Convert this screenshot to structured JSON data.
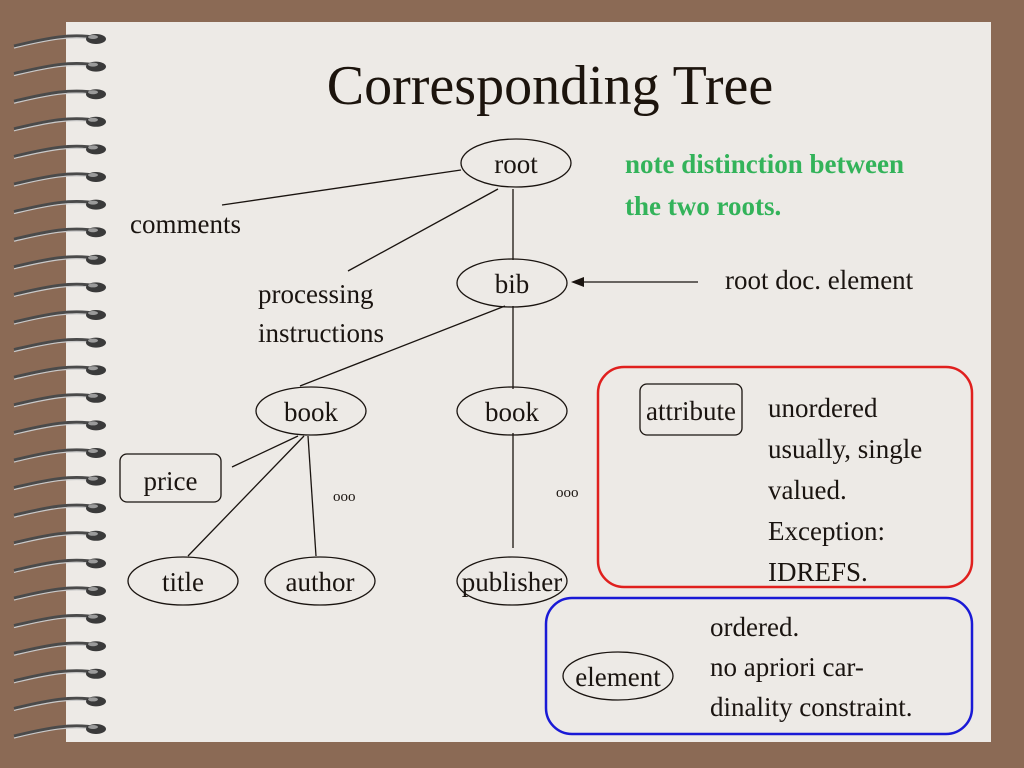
{
  "slide": {
    "title": "Corresponding Tree"
  },
  "nodes": {
    "root": "root",
    "bib": "bib",
    "book1": "book",
    "book2": "book",
    "price": "price",
    "title": "title",
    "author": "author",
    "publisher": "publisher",
    "attribute": "attribute",
    "element": "element"
  },
  "labels": {
    "comments": "comments",
    "processing_line1": "processing",
    "processing_line2": "instructions",
    "root_doc_element": "root doc. element",
    "ellipsis_left": "ooo",
    "ellipsis_right": "ooo"
  },
  "note": {
    "line1": "note distinction between",
    "line2": "the two roots.",
    "color": "#33b35a"
  },
  "attribute_box": {
    "line1": "unordered",
    "line2": "usually, single",
    "line3": "valued.",
    "line4": "Exception:",
    "line5": "IDREFS.",
    "border_color": "#e0201e"
  },
  "element_box": {
    "line1": "ordered.",
    "line2": "no apriori car-",
    "line3": "dinality constraint.",
    "border_color": "#1a1ad6"
  }
}
